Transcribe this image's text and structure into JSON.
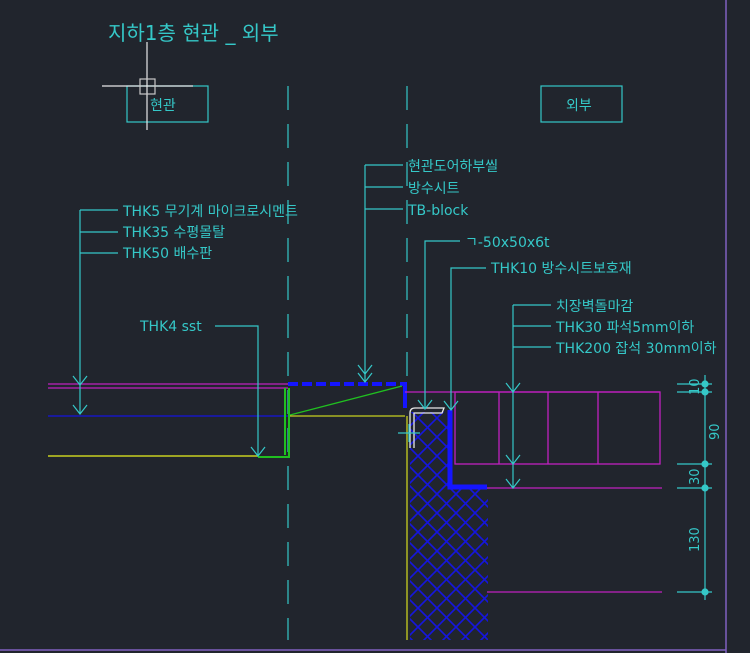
{
  "drawing": {
    "title": "지하1층 현관 _ 외부",
    "zones": {
      "inside": "현관",
      "outside": "외부"
    },
    "labels_left": [
      "THK5 무기계 마이크로시멘트",
      "THK35 수평몰탈",
      "THK50 배수판"
    ],
    "label_sst": "THK4 sst",
    "labels_center": [
      "현관도어하부씰",
      "방수시트",
      "TB-block"
    ],
    "label_angle": "ㄱ-50x50x6t",
    "label_protection": "THK10 방수시트보호재",
    "labels_right": [
      "치장벽돌마감",
      "THK30 파석5mm이하",
      "THK200 잡석 30mm이하"
    ],
    "dimensions": [
      "10",
      "10",
      "90",
      "30",
      "130"
    ]
  },
  "colors": {
    "background": "#21252d",
    "annotation": "#35c8c8",
    "magenta": "#c020c0",
    "blue": "#1010ff",
    "yellow": "#c8d020",
    "green": "#20c020",
    "border": "#8060c0"
  }
}
